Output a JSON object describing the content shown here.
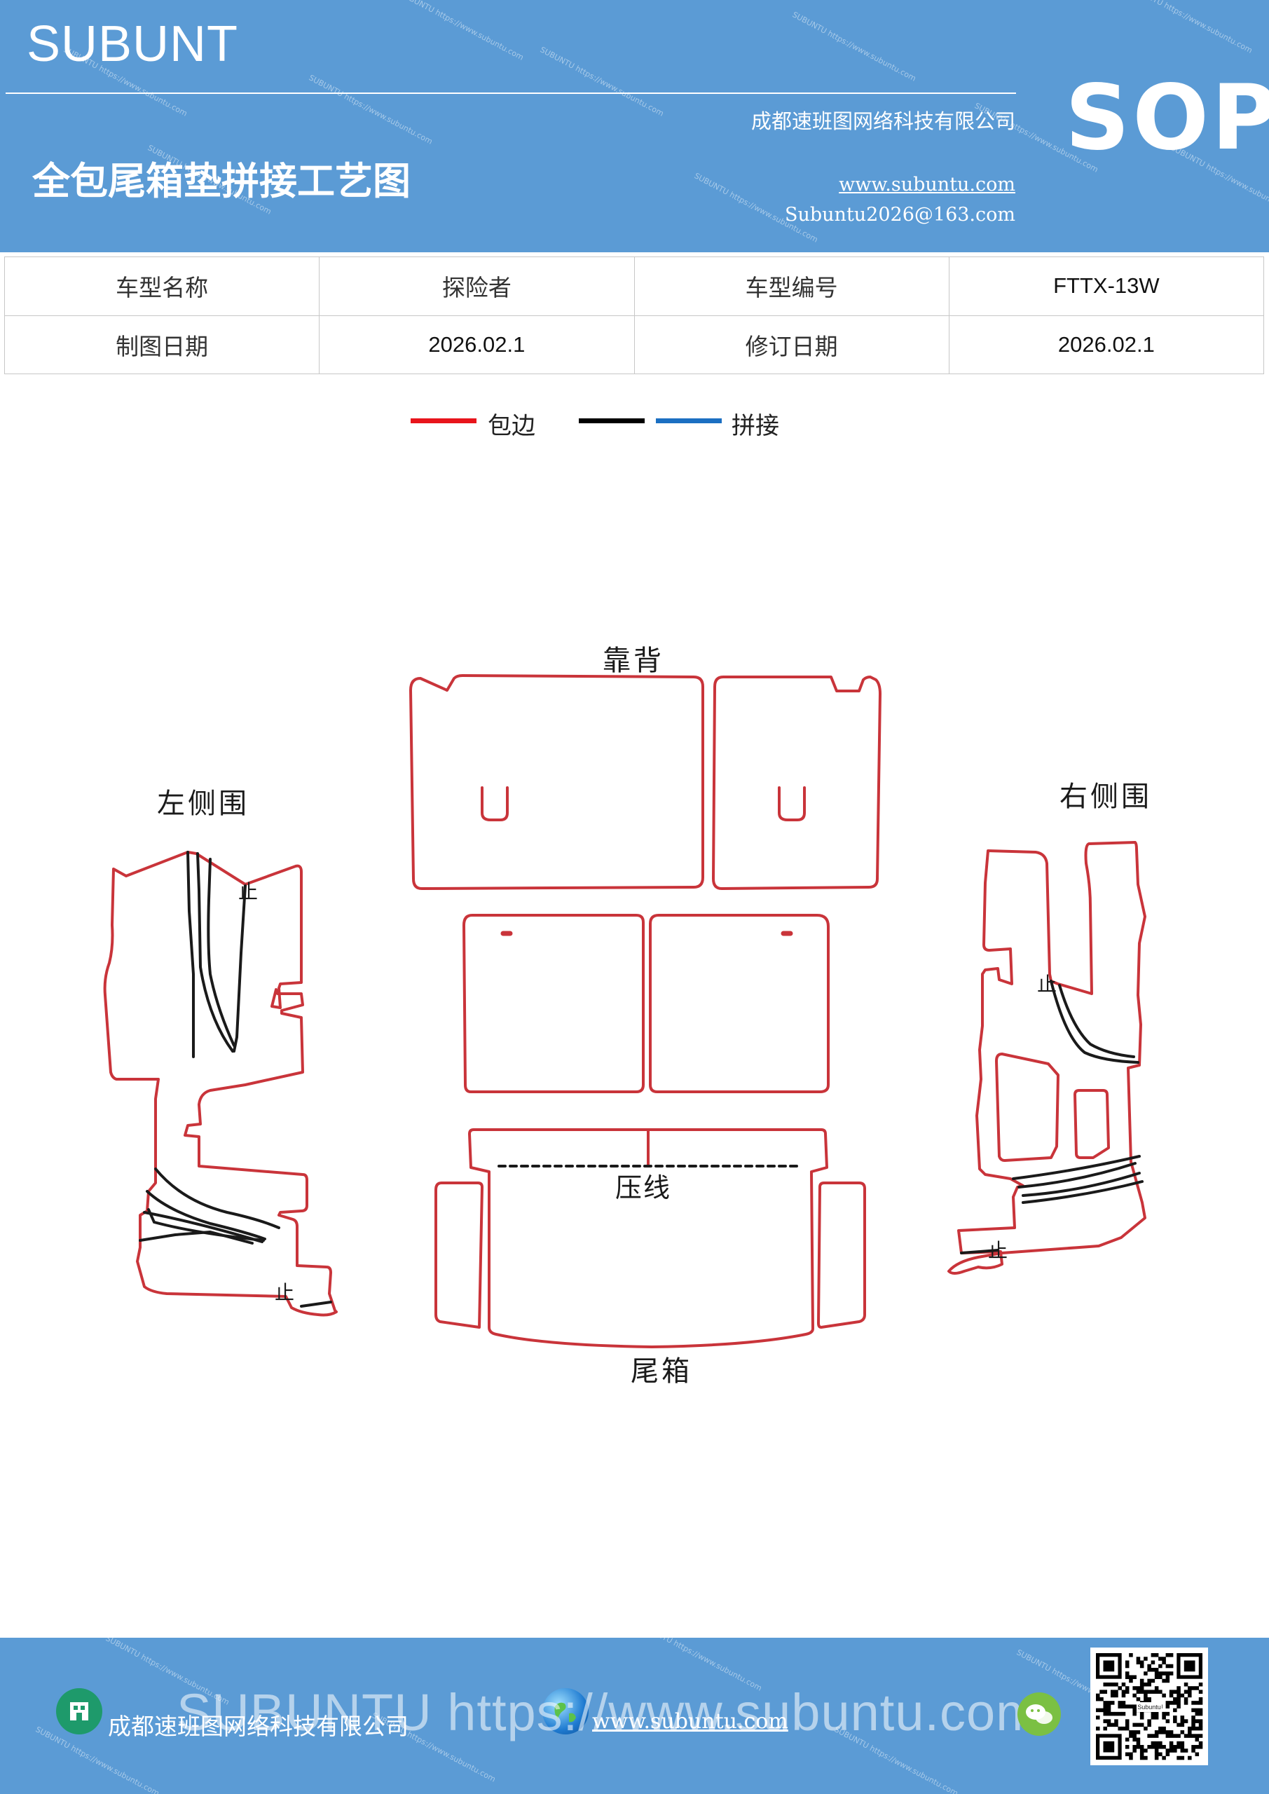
{
  "header": {
    "brand": "SUBUNT",
    "company": "成都速班图网络科技有限公司",
    "title": "全包尾箱垫拼接工艺图",
    "website": "www.subuntu.com",
    "email": "Subuntu2026@163.com",
    "badge": "SOP"
  },
  "info_table": {
    "rows": [
      [
        "车型名称",
        "探险者",
        "车型编号",
        "FTTX-13W"
      ],
      [
        "制图日期",
        "2026.02.1",
        "修订日期",
        "2026.02.1"
      ]
    ]
  },
  "legend": {
    "items": [
      {
        "label": "包边",
        "color": "#e8141b"
      },
      {
        "label": "",
        "color": "#000000"
      },
      {
        "label": "拼接",
        "color": "#1b6fc2"
      }
    ]
  },
  "diagram": {
    "labels": {
      "backrest": "靠背",
      "left_side": "左侧围",
      "right_side": "右侧围",
      "press_line": "压线",
      "trunk": "尾箱",
      "stop": "止"
    },
    "colors": {
      "edge": "#c9343a",
      "seam": "#1a1a1a"
    }
  },
  "footer": {
    "company": "成都速班图网络科技有限公司",
    "website": "www.subuntu.com",
    "watermark": "SUBUNTU https://www.subuntu.com",
    "qr_caption": "Subuntu"
  }
}
